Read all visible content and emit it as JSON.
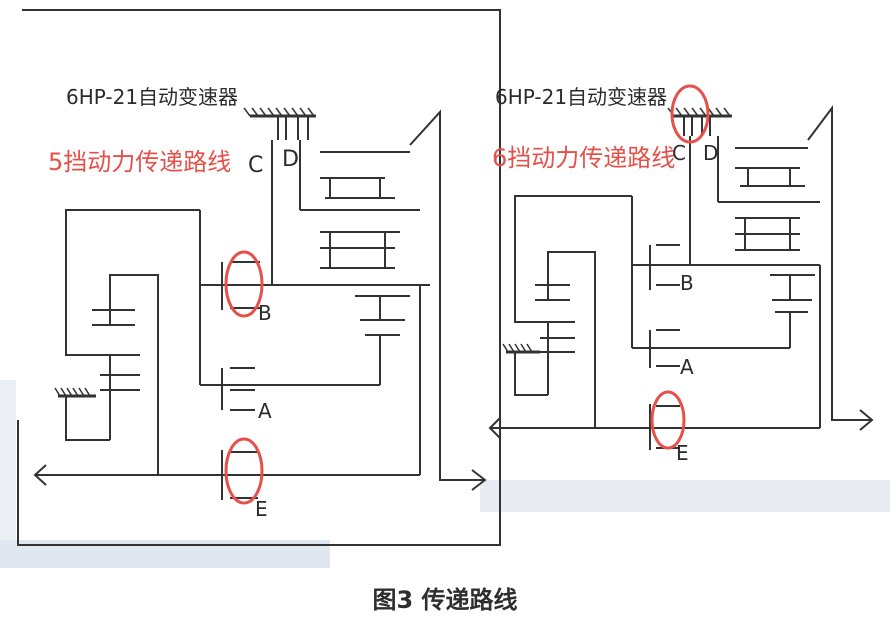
{
  "left_panel": {
    "title": "6HP-21自动变速器",
    "subtitle": "5挡动力传递路线",
    "labels": {
      "c": "C",
      "d": "D",
      "a": "A",
      "b": "B",
      "e": "E"
    }
  },
  "right_panel": {
    "title": "6HP-21自动变速器",
    "subtitle": "6挡动力传递路线",
    "labels": {
      "c": "C",
      "d": "D",
      "a": "A",
      "b": "B",
      "e": "E"
    }
  },
  "caption": "图3 传递路线",
  "colors": {
    "line": "#333333",
    "highlight": "#e5514a",
    "subtitle": "#e5514a",
    "smudge": "#c9d3e6"
  }
}
